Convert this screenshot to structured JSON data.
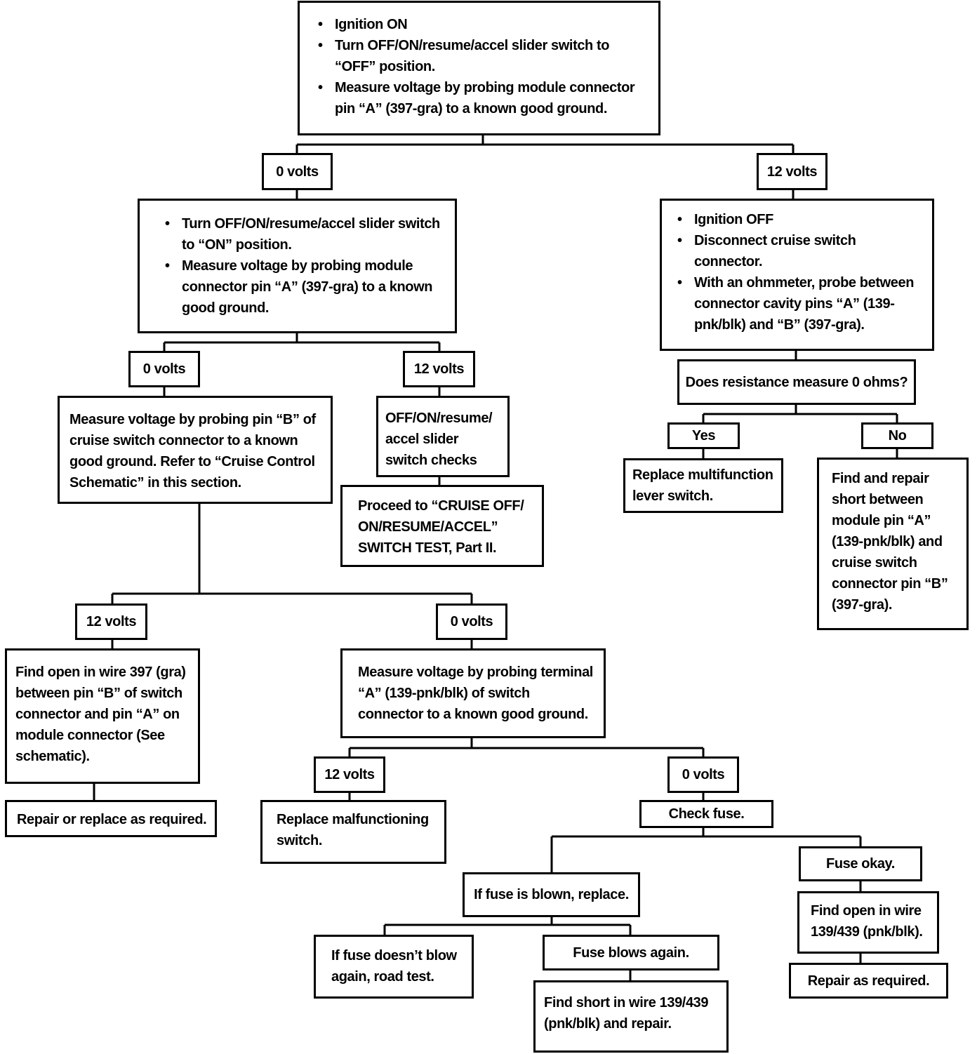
{
  "flowchart": {
    "start": {
      "steps": [
        "Ignition ON",
        "Turn OFF/ON/resume/accel slider switch to “OFF” position.",
        "Measure voltage by probing module connector pin “A” (397-gra) to a known good ground."
      ]
    },
    "start_0v_label": "0 volts",
    "start_12v_label": "12 volts",
    "on_test": {
      "steps": [
        "Turn OFF/ON/resume/accel slider switch to “ON” position.",
        "Measure voltage by probing module connector pin “A” (397-gra) to a known good ground."
      ]
    },
    "on_0v_label": "0 volts",
    "on_12v_label": "12 volts",
    "pin_b_test": "Measure voltage by probing pin “B” of cruise switch connector to a known good ground. Refer to “Cruise Control Schematic” in this section.",
    "switch_ok": "OFF/ON/resume/ accel slider switch checks okay.",
    "proceed_part2": "Proceed to “CRUISE OFF/ ON/RESUME/ACCEL” SWITCH TEST, Part II.",
    "pinb_12v_label": "12 volts",
    "pinb_0v_label": "0 volts",
    "find_open_397": "Find open in wire 397 (gra) between pin “B” of switch connector and pin “A” on module connector (See schematic).",
    "repair_replace": "Repair or replace as required.",
    "terminal_a_test": "Measure voltage by probing terminal “A” (139-pnk/blk) of switch connector to a known good ground.",
    "term_12v_label": "12 volts",
    "term_0v_label": "0 volts",
    "replace_switch": "Replace malfunctioning switch.",
    "check_fuse": "Check fuse.",
    "fuse_blown": "If fuse is blown, replace.",
    "fuse_okay": "Fuse okay.",
    "fuse_no_blow": "If fuse doesn’t blow again, road test.",
    "fuse_blows_again": "Fuse blows again.",
    "find_short_139": "Find short in wire 139/439 (pnk/blk) and repair.",
    "find_open_139": "Find open in wire 139/439 (pnk/blk).",
    "repair_required": "Repair as required.",
    "ignition_off": {
      "steps": [
        "Ignition OFF",
        "Disconnect cruise switch connector.",
        "With an ohmmeter, probe between connector cavity pins “A” (139-pnk/blk) and “B” (397-gra)."
      ]
    },
    "resistance_question": "Does resistance measure 0 ohms?",
    "yes_label": "Yes",
    "no_label": "No",
    "replace_multifunction": "Replace multifunction lever switch.",
    "find_short_module": "Find and repair short between module pin “A” (139-pnk/blk) and cruise switch connector pin “B” (397-gra)."
  },
  "colors": {
    "line": "#000000",
    "background": "#ffffff"
  }
}
